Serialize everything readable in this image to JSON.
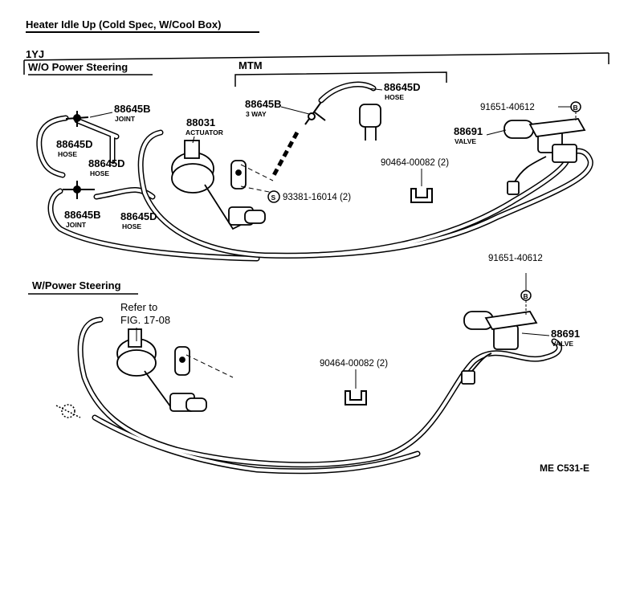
{
  "title": "Heater Idle Up (Cold Spec, W/Cool Box)",
  "model": "1YJ",
  "section_wo_ps": "W/O Power Steering",
  "section_mtm": "MTM",
  "section_w_ps": "W/Power Steering",
  "parts": {
    "joint_top": {
      "num": "88645B",
      "desc": "JOINT"
    },
    "hose_left": {
      "num": "88645D",
      "desc": "HOSE"
    },
    "hose_mid": {
      "num": "88645D",
      "desc": "HOSE"
    },
    "joint_bottom": {
      "num": "88645B",
      "desc": "JOINT"
    },
    "hose_bottom": {
      "num": "88645D",
      "desc": "HOSE"
    },
    "actuator": {
      "num": "88031",
      "desc": "ACTUATOR"
    },
    "three_way": {
      "num": "88645B",
      "desc": "3 WAY"
    },
    "hose_mtm": {
      "num": "88645D",
      "desc": "HOSE"
    },
    "screw": {
      "num": "93381-16014 (2)",
      "mark": "S"
    },
    "clamp_top": {
      "num": "90464-00082 (2)"
    },
    "bolt_top": {
      "num": "91651-40612",
      "mark": "B"
    },
    "valve_top": {
      "num": "88691",
      "desc": "VALVE"
    },
    "bolt_bottom": {
      "num": "91651-40612",
      "mark": "B"
    },
    "valve_bottom": {
      "num": "88691",
      "desc": "VALVE"
    },
    "clamp_bottom": {
      "num": "90464-00082 (2)"
    },
    "refer": {
      "line1": "Refer to",
      "line2": "FIG. 17-08"
    }
  },
  "figure_code": "ME C531-E"
}
